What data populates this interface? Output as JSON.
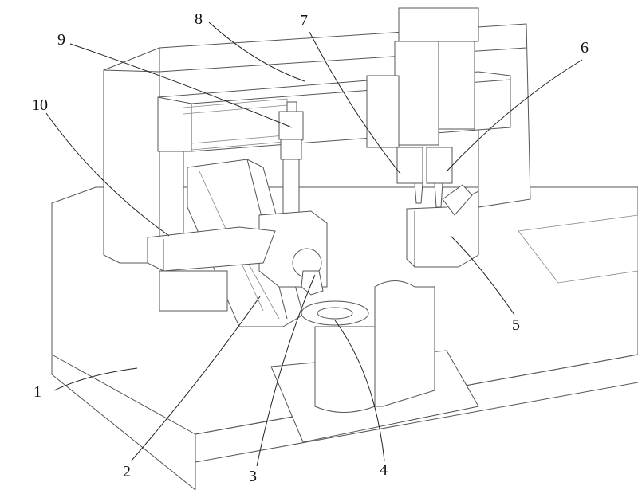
{
  "figure": {
    "labels": [
      {
        "id": "1",
        "text": "1"
      },
      {
        "id": "2",
        "text": "2"
      },
      {
        "id": "3",
        "text": "3"
      },
      {
        "id": "4",
        "text": "4"
      },
      {
        "id": "5",
        "text": "5"
      },
      {
        "id": "6",
        "text": "6"
      },
      {
        "id": "7",
        "text": "7"
      },
      {
        "id": "8",
        "text": "8"
      },
      {
        "id": "9",
        "text": "9"
      },
      {
        "id": "10",
        "text": "10"
      }
    ],
    "line_color": "#555555"
  }
}
